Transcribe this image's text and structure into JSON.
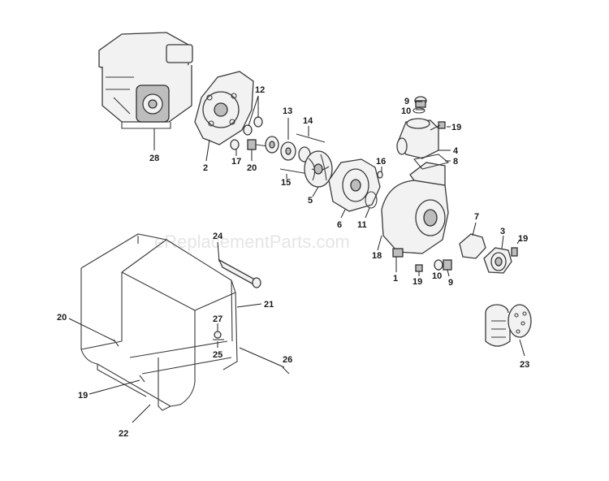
{
  "watermark": "eReplacementParts.com",
  "labels": {
    "p28": "28",
    "p2": "2",
    "p17": "17",
    "p20a": "20",
    "p12": "12",
    "p13": "13",
    "p14": "14",
    "p15": "15",
    "p5": "5",
    "p6": "6",
    "p16": "16",
    "p11": "11",
    "p9a": "9",
    "p10a": "10",
    "p19a": "19",
    "p4": "4",
    "p8": "8",
    "p7": "7",
    "p3": "3",
    "p19b": "19",
    "p18": "18",
    "p1": "1",
    "p19c": "19",
    "p10b": "10",
    "p9b": "9",
    "p24": "24",
    "p21": "21",
    "p20b": "20",
    "p27": "27",
    "p25": "25",
    "p26": "26",
    "p19d": "19",
    "p22": "22",
    "p23": "23"
  }
}
